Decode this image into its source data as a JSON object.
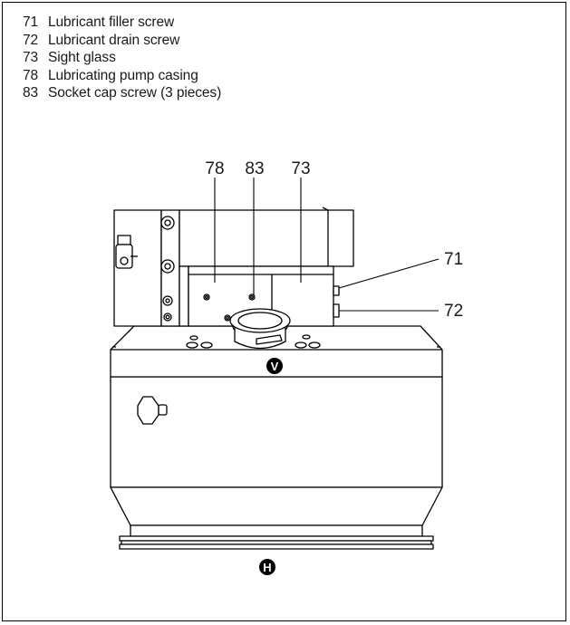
{
  "legend": [
    {
      "number": "71",
      "label": "Lubricant filler screw"
    },
    {
      "number": "72",
      "label": "Lubricant drain screw"
    },
    {
      "number": "73",
      "label": "Sight glass"
    },
    {
      "number": "78",
      "label": "Lubricating pump casing"
    },
    {
      "number": "83",
      "label": "Socket cap screw (3 pieces)"
    }
  ],
  "callouts": {
    "c78": "78",
    "c83": "83",
    "c73": "73",
    "c71": "71",
    "c72": "72"
  },
  "markers": {
    "vertical": "V",
    "horizontal": "H"
  }
}
